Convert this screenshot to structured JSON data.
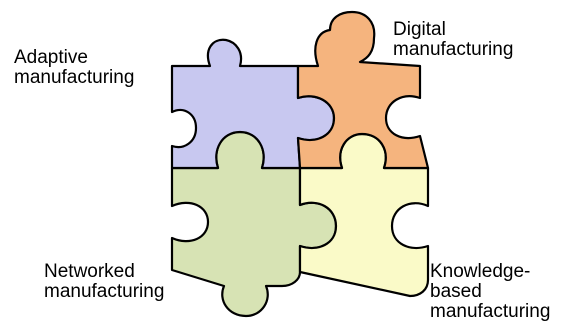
{
  "pieces": [
    {
      "label_line1": "Adaptive",
      "label_line2": "manufacturing",
      "fill": "#c8c8f0"
    },
    {
      "label_line1": "Digital",
      "label_line2": "manufacturing",
      "fill": "#f5b47e"
    },
    {
      "label_line1": "Networked",
      "label_line2": "manufacturing",
      "fill": "#d7e3b4"
    },
    {
      "label_line1": "Knowledge-",
      "label_line2": "based",
      "label_line3": "manufacturing",
      "fill": "#fafac8"
    }
  ]
}
